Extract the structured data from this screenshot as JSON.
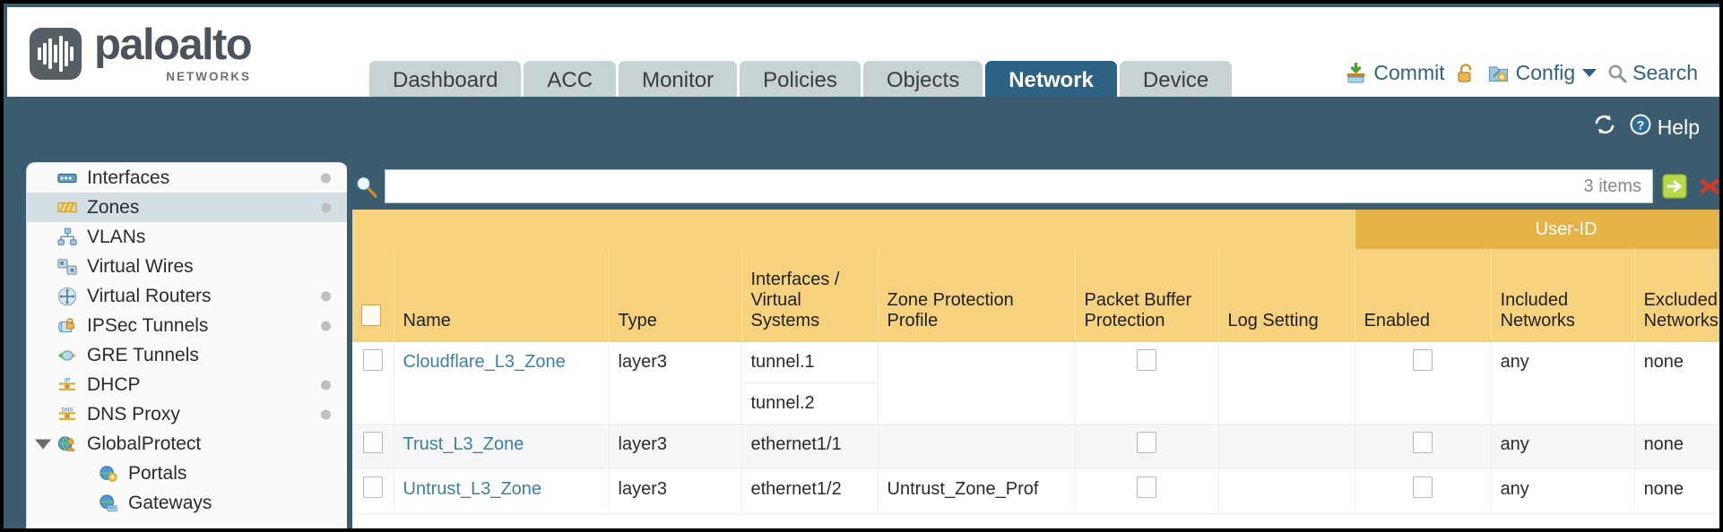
{
  "brand": {
    "name": "paloalto",
    "tagline": "NETWORKS"
  },
  "header": {
    "tabs": [
      {
        "label": "Dashboard",
        "active": false
      },
      {
        "label": "ACC",
        "active": false
      },
      {
        "label": "Monitor",
        "active": false
      },
      {
        "label": "Policies",
        "active": false
      },
      {
        "label": "Objects",
        "active": false
      },
      {
        "label": "Network",
        "active": true
      },
      {
        "label": "Device",
        "active": false
      }
    ],
    "actions": {
      "commit": "Commit",
      "config": "Config",
      "search": "Search",
      "lock_icon": "lock-icon",
      "commit_icon": "commit-icon",
      "config_icon": "config-icon",
      "search_icon": "search-icon",
      "caret_icon": "chevron-down-icon"
    }
  },
  "subbar": {
    "refresh_icon": "refresh-icon",
    "help_label": "Help",
    "help_icon": "help-icon"
  },
  "sidebar": {
    "items": [
      {
        "label": "Interfaces",
        "icon": "interfaces-icon",
        "dot": true,
        "selected": false,
        "child": false,
        "expander": false
      },
      {
        "label": "Zones",
        "icon": "zones-icon",
        "dot": true,
        "selected": true,
        "child": false,
        "expander": false
      },
      {
        "label": "VLANs",
        "icon": "vlans-icon",
        "dot": false,
        "selected": false,
        "child": false,
        "expander": false
      },
      {
        "label": "Virtual Wires",
        "icon": "virtual-wires-icon",
        "dot": false,
        "selected": false,
        "child": false,
        "expander": false
      },
      {
        "label": "Virtual Routers",
        "icon": "virtual-routers-icon",
        "dot": true,
        "selected": false,
        "child": false,
        "expander": false
      },
      {
        "label": "IPSec Tunnels",
        "icon": "ipsec-tunnels-icon",
        "dot": true,
        "selected": false,
        "child": false,
        "expander": false
      },
      {
        "label": "GRE Tunnels",
        "icon": "gre-tunnels-icon",
        "dot": false,
        "selected": false,
        "child": false,
        "expander": false
      },
      {
        "label": "DHCP",
        "icon": "dhcp-icon",
        "dot": true,
        "selected": false,
        "child": false,
        "expander": false
      },
      {
        "label": "DNS Proxy",
        "icon": "dns-proxy-icon",
        "dot": true,
        "selected": false,
        "child": false,
        "expander": false
      },
      {
        "label": "GlobalProtect",
        "icon": "globalprotect-icon",
        "dot": false,
        "selected": false,
        "child": false,
        "expander": true
      },
      {
        "label": "Portals",
        "icon": "portals-icon",
        "dot": false,
        "selected": false,
        "child": true,
        "expander": false
      },
      {
        "label": "Gateways",
        "icon": "gateways-icon",
        "dot": false,
        "selected": false,
        "child": true,
        "expander": false
      }
    ]
  },
  "search": {
    "value": "",
    "placeholder": "",
    "item_count": "3 items",
    "magnifier_icon": "search-icon",
    "apply_icon": "apply-filter-icon",
    "clear_icon": "clear-filter-icon"
  },
  "table": {
    "group_header": "User-ID",
    "columns": [
      "Name",
      "Type",
      "Interfaces / Virtual Systems",
      "Zone Protection Profile",
      "Packet Buffer Protection",
      "Log Setting",
      "Enabled",
      "Included Networks",
      "Excluded Networks"
    ],
    "rows": [
      {
        "name": "Cloudflare_L3_Zone",
        "type": "layer3",
        "interfaces": [
          "tunnel.1",
          "tunnel.2"
        ],
        "zone_protection_profile": "",
        "packet_buffer_protection": false,
        "log_setting": "",
        "userid_enabled": false,
        "included_networks": "any",
        "excluded_networks": "none"
      },
      {
        "name": "Trust_L3_Zone",
        "type": "layer3",
        "interfaces": [
          "ethernet1/1"
        ],
        "zone_protection_profile": "",
        "packet_buffer_protection": false,
        "log_setting": "",
        "userid_enabled": false,
        "included_networks": "any",
        "excluded_networks": "none"
      },
      {
        "name": "Untrust_L3_Zone",
        "type": "layer3",
        "interfaces": [
          "ethernet1/2"
        ],
        "zone_protection_profile": "Untrust_Zone_Prof",
        "packet_buffer_protection": false,
        "log_setting": "",
        "userid_enabled": false,
        "included_networks": "any",
        "excluded_networks": "none"
      }
    ]
  },
  "colors": {
    "brand_blue": "#2e6283",
    "chrome_blue": "#3b5c6e",
    "header_gold": "#f6d27f",
    "group_gold": "#e3b347",
    "link_blue": "#3b7fa6",
    "selected_row": "#d4dfe5"
  }
}
